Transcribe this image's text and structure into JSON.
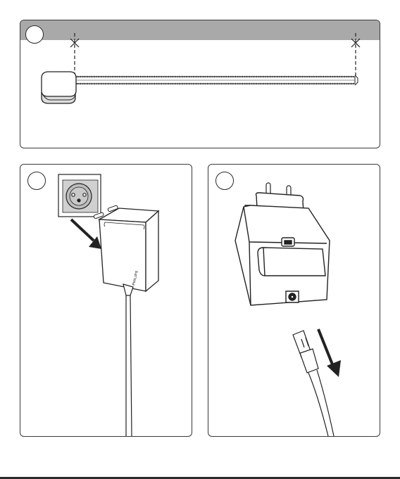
{
  "panels": [
    {
      "id": "panel-1",
      "brand_text": ""
    },
    {
      "id": "panel-2",
      "brand_text": "PHILIPS"
    },
    {
      "id": "panel-3",
      "brand_text": ""
    }
  ],
  "colors": {
    "header_band": "#a9a9a9",
    "line": "#2a2a2a",
    "socket_fill": "#c8c8c8"
  }
}
